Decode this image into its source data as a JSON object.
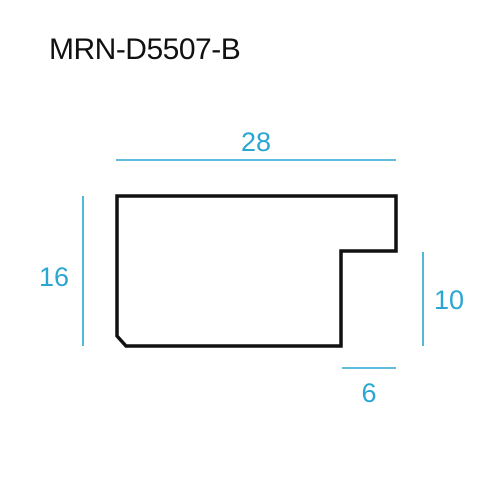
{
  "title": "MRN-D5507-B",
  "dimensions": {
    "width": "28",
    "height": "16",
    "rabbet_height": "10",
    "rabbet_width": "6"
  },
  "colors": {
    "dimension": "#2aa6d2",
    "outline": "#111111",
    "background": "#ffffff"
  }
}
